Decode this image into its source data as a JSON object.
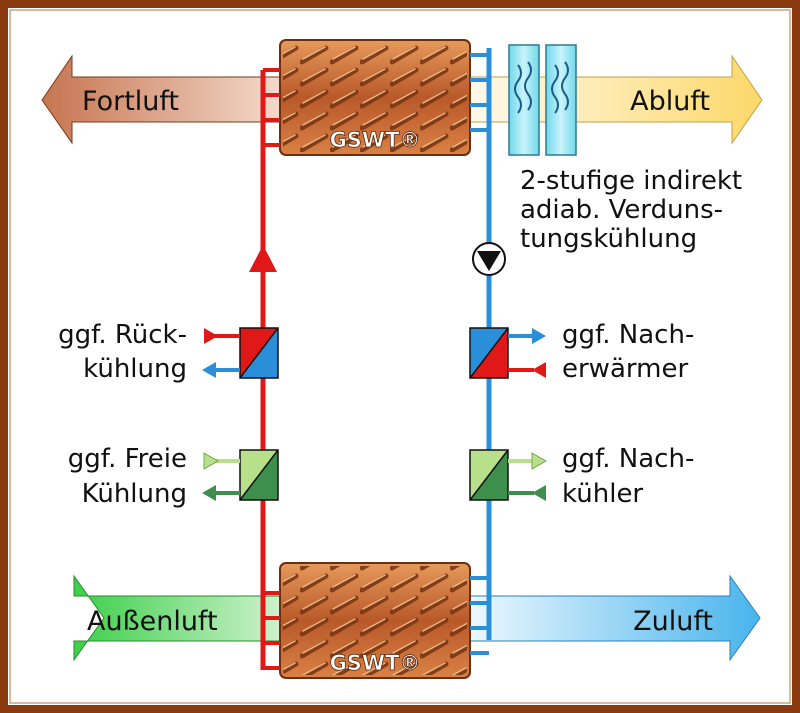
{
  "streams": {
    "fortluft": "Fortluft",
    "abluft": "Abluft",
    "aussenluft": "Außenluft",
    "zuluft": "Zuluft"
  },
  "exchanger_logo": "GSWT®",
  "evaporative_note": [
    "2-stufige indirekt",
    "adiab. Verduns-",
    "tungskühlung"
  ],
  "left_options": {
    "rueckkuehlung": [
      "ggf. Rück-",
      "kühlung"
    ],
    "freie_kuehlung": [
      "ggf. Freie",
      "Kühlung"
    ]
  },
  "right_options": {
    "nacherwaermer": [
      "ggf. Nach-",
      "erwärmer"
    ],
    "nachkuehler": [
      "ggf. Nach-",
      "kühler"
    ]
  },
  "colors": {
    "frame": "#8b3a10",
    "warm_pipe": "#e01818",
    "cold_pipe": "#2a8fd8",
    "exchanger": "#c0642a",
    "fortluft_arrow": "#d9a38a",
    "abluft_arrow": "#fbe8a8",
    "aussenluft_arrow": "#a8e4a0",
    "zuluft_arrow": "#a8d8f4",
    "free_cooling_light": "#b8e08a",
    "free_cooling_dark": "#3f8f4c"
  }
}
